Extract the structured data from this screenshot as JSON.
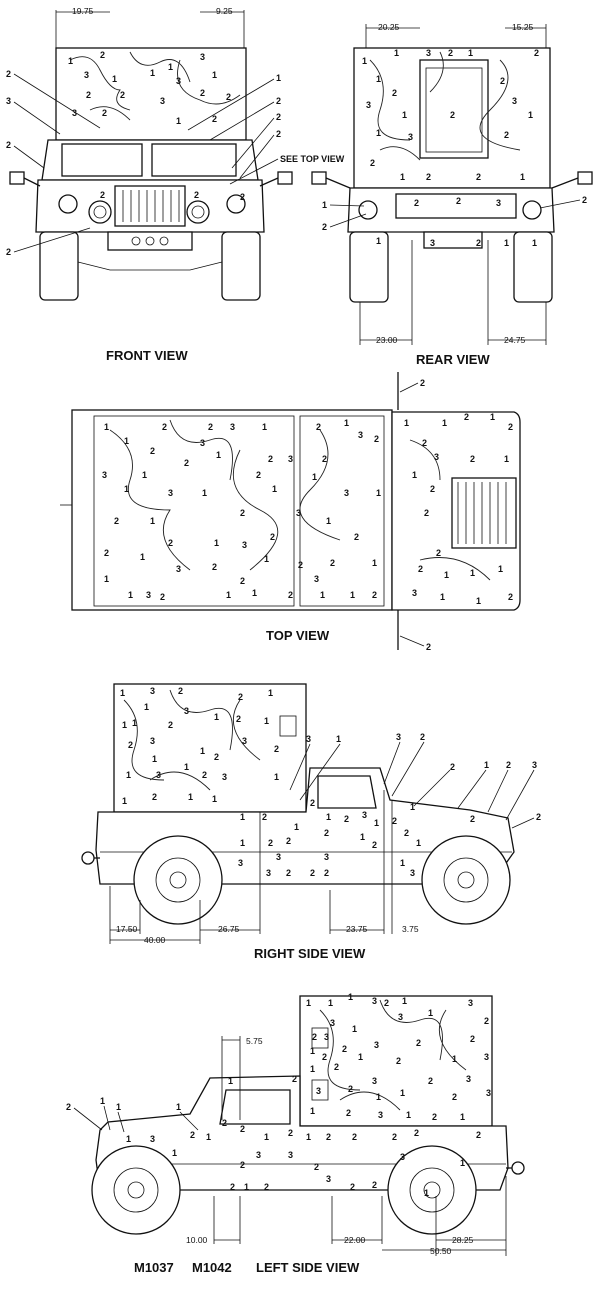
{
  "views": {
    "front": {
      "title": "FRONT VIEW",
      "dims": [
        "19.75",
        "9.25"
      ],
      "callout": "SEE TOP VIEW"
    },
    "rear": {
      "title": "REAR VIEW",
      "dims": [
        "20.25",
        "15.25",
        "23.00",
        "24.75"
      ]
    },
    "top": {
      "title": "TOP VIEW"
    },
    "right": {
      "title": "RIGHT SIDE VIEW",
      "dims": [
        "17.50",
        "40.00",
        "26.75",
        "23.75",
        "3.75"
      ]
    },
    "left": {
      "title": "LEFT SIDE VIEW",
      "dims": [
        "5.75",
        "10.00",
        "22.00",
        "28.25",
        "50.50"
      ]
    }
  },
  "models": [
    "M1037",
    "M1042"
  ],
  "color_keys": [
    "1",
    "2",
    "3"
  ]
}
